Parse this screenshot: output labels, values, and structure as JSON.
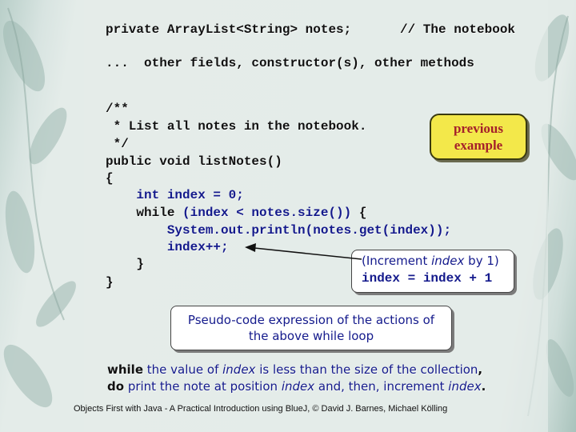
{
  "code": {
    "field_decl": "private ArrayList<String> notes;",
    "field_comment": "// The notebook",
    "ellipsis_line": "...  other fields, constructor(s), other methods",
    "doc_open": "/**",
    "doc_body": " * List all notes in the notebook.",
    "doc_close": " */",
    "signature": "public void listNotes()",
    "open_brace": "{",
    "init_line": "    int index = 0;",
    "while_keyword": "    while ",
    "while_cond": "(index < notes.size())",
    "while_brace": " {",
    "print_line": "        System.out.println(notes.get(index));",
    "incr_line": "        index++;",
    "close_inner": "    }",
    "close_outer": "}"
  },
  "callouts": {
    "previous_line1": "previous",
    "previous_line2": "example",
    "increment_prefix": "(Increment ",
    "increment_var": "index",
    "increment_suffix": " by 1)",
    "increment_expr": "index = index + 1",
    "pseudo_line1": "Pseudo-code expression of the actions of",
    "pseudo_line2": "the above while loop"
  },
  "summary": {
    "while_kw": "while",
    "part1": " the value of ",
    "index1": "index",
    "part2": " is less than the size of the collection",
    "comma": ",",
    "do_kw": "do",
    "part3": " print the note at position ",
    "index2": "index",
    "part4": " and, then, increment ",
    "index3": "index",
    "period": "."
  },
  "footer": "Objects First with Java - A Practical Introduction using BlueJ, © David J. Barnes, Michael Kölling",
  "colors": {
    "code_black": "#111111",
    "code_blue": "#141a8c",
    "callout_yellow": "#f3e84a",
    "callout_red_text": "#a5202a",
    "background": "#e3ebe8"
  },
  "icons": {
    "arrow": "arrow-left-icon"
  }
}
